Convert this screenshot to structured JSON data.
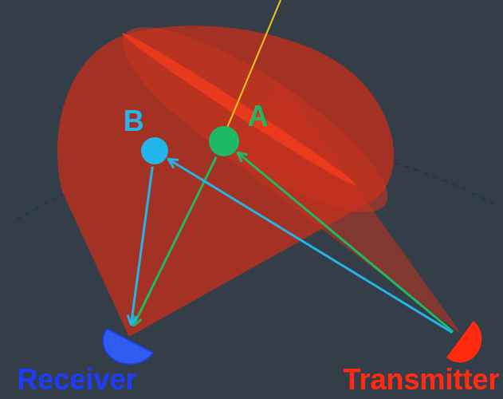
{
  "diagram": {
    "nodes": [
      {
        "text": [
          "B"
        ]
      },
      {
        "text": [
          "A"
        ]
      },
      {
        "text": [
          "Receiver"
        ]
      },
      {
        "text": [
          "Transmitter"
        ]
      }
    ],
    "edges": [
      {
        "from": 3,
        "to": 1,
        "arrow": "to"
      },
      {
        "from": 1,
        "to": 2,
        "arrow": "to"
      },
      {
        "from": 3,
        "to": 0,
        "arrow": "to"
      },
      {
        "from": 0,
        "to": 2,
        "arrow": "to"
      }
    ]
  }
}
